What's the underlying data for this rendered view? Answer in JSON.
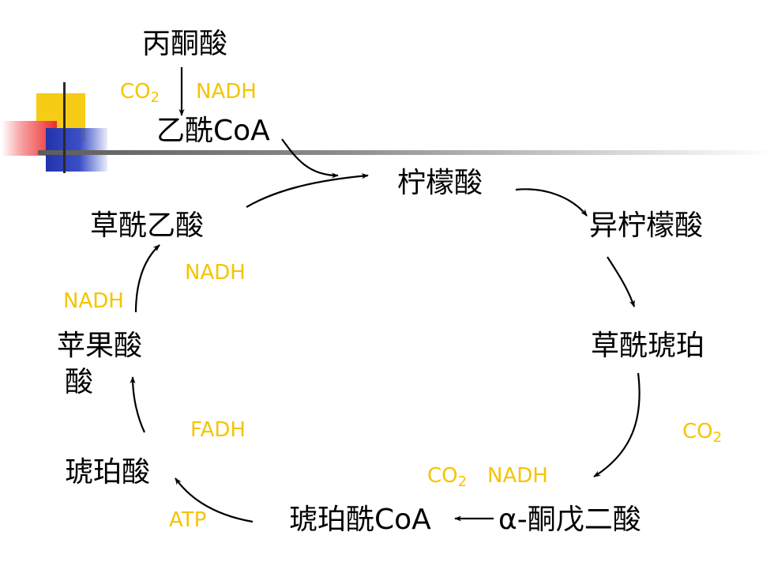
{
  "compounds": {
    "pyruvate": "丙酮酸",
    "acetyl_coa": "乙酰CoA",
    "citrate": "柠檬酸",
    "isocitrate": "异柠檬酸",
    "oxalosuccinate": "草酰琥珀",
    "alpha_ketoglutarate": "α-酮戊二酸",
    "succinyl_coa": "琥珀酰CoA",
    "succinate": "琥珀酸",
    "malate_line1": "苹果酸",
    "malate_line2": "酸",
    "oxaloacetate": "草酰乙酸"
  },
  "cofactors": {
    "pdh_co2_base": "CO",
    "pdh_co2_sub": "2",
    "pdh_nadh": "NADH",
    "oxalosuccinate_co2_base": "CO",
    "oxalosuccinate_co2_sub": "2",
    "akg_co2_base": "CO",
    "akg_co2_sub": "2",
    "akg_nadh": "NADH",
    "succinyl_atp": "ATP",
    "succinate_fadh": "FADH",
    "malate_nadh": "NADH",
    "malate_nadh2": "NADH"
  },
  "colors": {
    "cofactor": "#f5c400",
    "text": "#000000",
    "arrow": "#000000"
  }
}
